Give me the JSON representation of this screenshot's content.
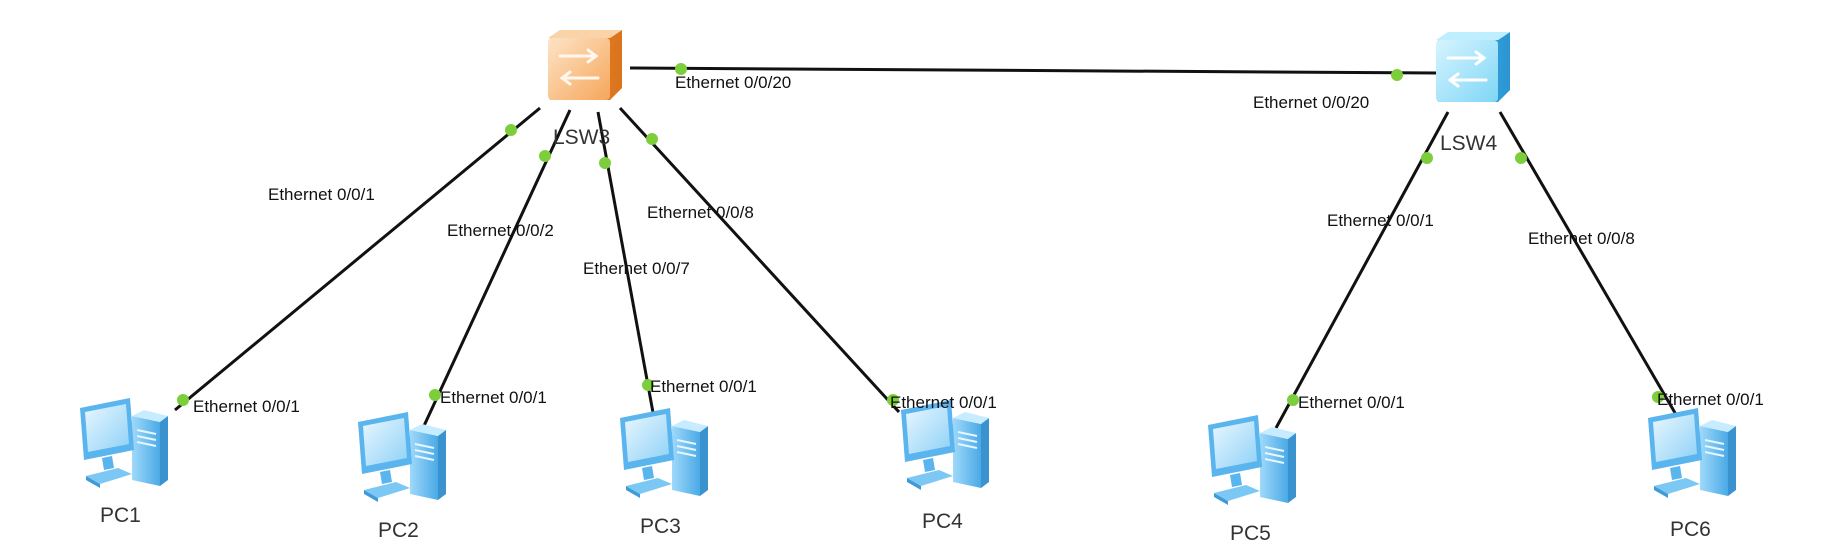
{
  "diagram": {
    "colors": {
      "link": "#111111",
      "port_dot": "#7ccf3a",
      "switch_lsw3": "#f6a65b",
      "switch_lsw4": "#5cc7f0",
      "pc": "#6cc0f2"
    },
    "devices": {
      "lsw3": {
        "label": "LSW3",
        "type": "switch",
        "icon": "switch-icon"
      },
      "lsw4": {
        "label": "LSW4",
        "type": "switch",
        "icon": "switch-icon"
      },
      "pc1": {
        "label": "PC1",
        "type": "pc",
        "icon": "pc-icon"
      },
      "pc2": {
        "label": "PC2",
        "type": "pc",
        "icon": "pc-icon"
      },
      "pc3": {
        "label": "PC3",
        "type": "pc",
        "icon": "pc-icon"
      },
      "pc4": {
        "label": "PC4",
        "type": "pc",
        "icon": "pc-icon"
      },
      "pc5": {
        "label": "PC5",
        "type": "pc",
        "icon": "pc-icon"
      },
      "pc6": {
        "label": "PC6",
        "type": "pc",
        "icon": "pc-icon"
      }
    },
    "links": [
      {
        "id": "lsw3-lsw4",
        "a": "LSW3",
        "a_port": "Ethernet 0/0/20",
        "b": "LSW4",
        "b_port": "Ethernet 0/0/20"
      },
      {
        "id": "lsw3-pc1",
        "a": "LSW3",
        "a_port": "Ethernet 0/0/1",
        "b": "PC1",
        "b_port": "Ethernet 0/0/1"
      },
      {
        "id": "lsw3-pc2",
        "a": "LSW3",
        "a_port": "Ethernet 0/0/2",
        "b": "PC2",
        "b_port": "Ethernet 0/0/1"
      },
      {
        "id": "lsw3-pc3",
        "a": "LSW3",
        "a_port": "Ethernet 0/0/7",
        "b": "PC3",
        "b_port": "Ethernet 0/0/1"
      },
      {
        "id": "lsw3-pc4",
        "a": "LSW3",
        "a_port": "Ethernet 0/0/8",
        "b": "PC4",
        "b_port": "Ethernet 0/0/1"
      },
      {
        "id": "lsw4-pc5",
        "a": "LSW4",
        "a_port": "Ethernet 0/0/1",
        "b": "PC5",
        "b_port": "Ethernet 0/0/1"
      },
      {
        "id": "lsw4-pc6",
        "a": "LSW4",
        "a_port": "Ethernet 0/0/8",
        "b": "PC6",
        "b_port": "Ethernet 0/0/1"
      }
    ]
  }
}
